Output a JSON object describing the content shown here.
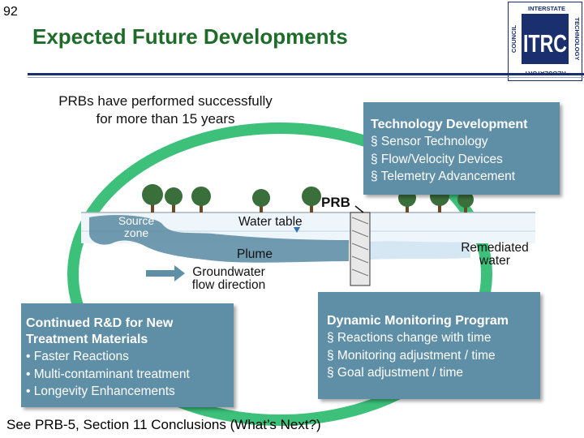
{
  "slide_number": "92",
  "title": "Expected Future Developments",
  "logo": {
    "letters": "ITRC",
    "words": [
      "INTERSTATE",
      "TECHNOLOGY",
      "REGULATORY",
      "COUNCIL"
    ]
  },
  "intro_text_line1": "PRBs have performed successfully",
  "intro_text_line2": "for more than 15 years",
  "tech_box": {
    "title": "Technology Development",
    "items": [
      "§ Sensor Technology",
      "§ Flow/Velocity Devices",
      "§ Telemetry Advancement"
    ]
  },
  "rd_box": {
    "title_line1": "Continued R&D for New",
    "title_line2": "Treatment Materials",
    "items": [
      "• Faster Reactions",
      "• Multi-contaminant treatment",
      "• Longevity Enhancements"
    ]
  },
  "monitoring_box": {
    "title": "Dynamic Monitoring Program",
    "items": [
      "§ Reactions change with time",
      "§ Monitoring adjustment / time",
      "§ Goal adjustment / time"
    ]
  },
  "diagram": {
    "prb_label": "PRB",
    "source_zone_line1": "Source",
    "source_zone_line2": "zone",
    "water_table_label": "Water table",
    "plume_label": "Plume",
    "gw_line1": "Groundwater",
    "gw_line2": "flow direction",
    "remediated_line1": "Remediated",
    "remediated_line2": "water"
  },
  "footer": "See PRB-5, Section 11 Conclusions (What’s Next?)",
  "colors": {
    "title_green": "#1f6b2a",
    "box_blue": "#5f8fa6",
    "cycle_green": "#3cc07a",
    "rule_navy": "#1a2f6e"
  }
}
